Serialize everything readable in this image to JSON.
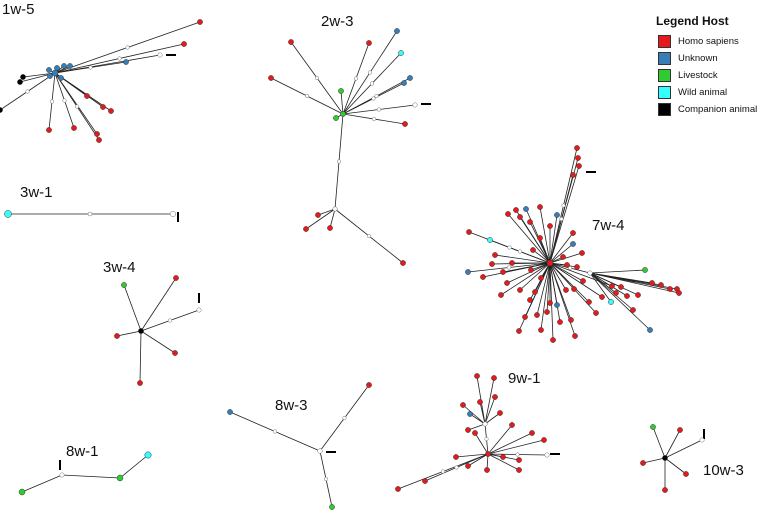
{
  "legend": {
    "title": "Legend Host",
    "items": [
      {
        "label": "Homo sapiens",
        "color": "#e41a1c"
      },
      {
        "label": "Unknown",
        "color": "#377eb8"
      },
      {
        "label": "Livestock",
        "color": "#2ecc2e"
      },
      {
        "label": "Wild animal",
        "color": "#33ffff"
      },
      {
        "label": "Companion animal",
        "color": "#000000"
      }
    ]
  },
  "clusters": [
    {
      "label": "1w-5"
    },
    {
      "label": "2w-3"
    },
    {
      "label": "3w-1"
    },
    {
      "label": "3w-4"
    },
    {
      "label": "7w-4"
    },
    {
      "label": "8w-3"
    },
    {
      "label": "8w-1"
    },
    {
      "label": "9w-1"
    },
    {
      "label": "10w-3"
    }
  ]
}
